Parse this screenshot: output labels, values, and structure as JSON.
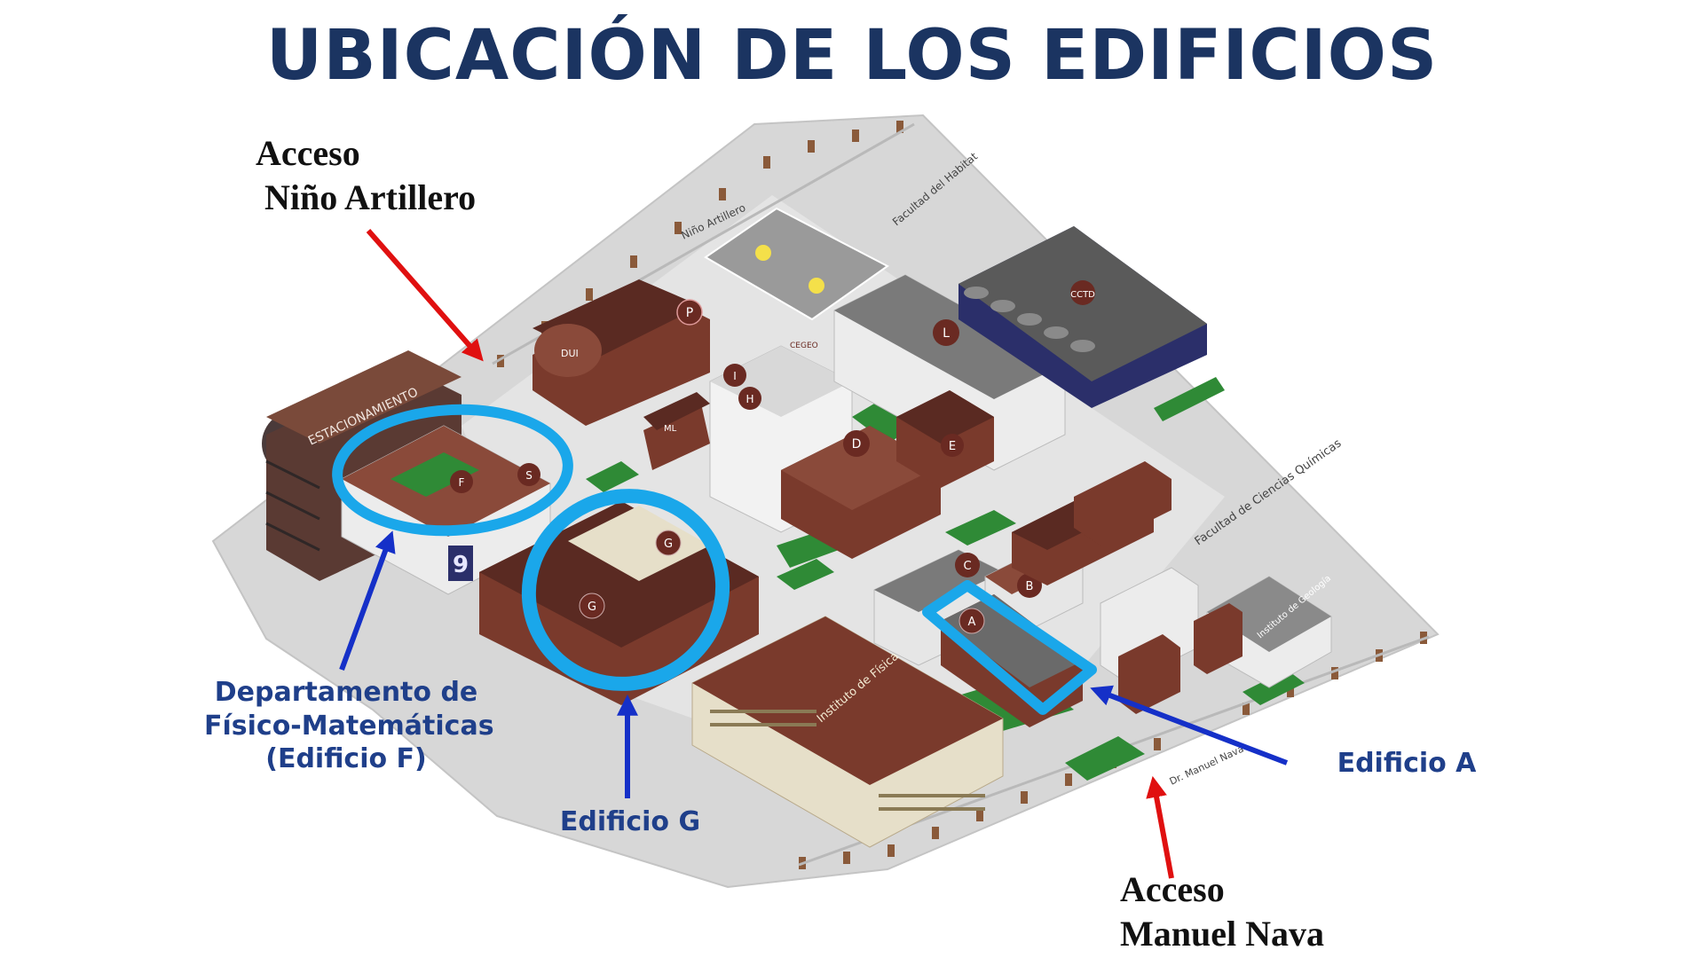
{
  "page": {
    "title": "UBICACIÓN DE LOS EDIFICIOS"
  },
  "colors": {
    "title": "#1b3461",
    "blue_label": "#1f3f8a",
    "blue_arrow": "#1530c8",
    "red_arrow": "#e01010",
    "highlight_ring": "#1aa7ea",
    "brick": "#7a3a2c",
    "roof": "#5a2a22",
    "ground": "#d9d9d9",
    "path": "#eeeeee",
    "grass": "#2f8a36",
    "wall_light": "#e6dfc9"
  },
  "accesses": {
    "nino_artillero": {
      "line1": "Acceso",
      "line2": "Niño Artillero"
    },
    "manuel_nava": {
      "line1": "Acceso",
      "line2": "Manuel Nava"
    }
  },
  "labels": {
    "depto_line1": "Departamento de",
    "depto_line2": "Físico-Matemáticas",
    "depto_line3": "(Edificio F)",
    "edificio_g": "Edificio G",
    "edificio_a": "Edificio A"
  },
  "map_text": {
    "street_nino": "Niño Artillero",
    "street_nava": "Dr. Manuel Nava",
    "facultad_habitat": "Facultad del Habitat",
    "facultad_quimicas": "Facultad de Ciencias Químicas",
    "instituto_geologia": "Instituto de Geología",
    "instituto_fisica": "Instituto de Física",
    "estacionamiento": "ESTACIONAMIENTO",
    "cctd": "CCTD",
    "cegeo": "CEGEO",
    "dui": "DUI"
  },
  "building_letters": {
    "p": "P",
    "i": "I",
    "h": "H",
    "ml": "ML",
    "l": "L",
    "d": "D",
    "e": "E",
    "f": "F",
    "s": "S",
    "g1": "G",
    "g2": "G",
    "c": "C",
    "b": "B",
    "a": "A",
    "nine": "9"
  }
}
